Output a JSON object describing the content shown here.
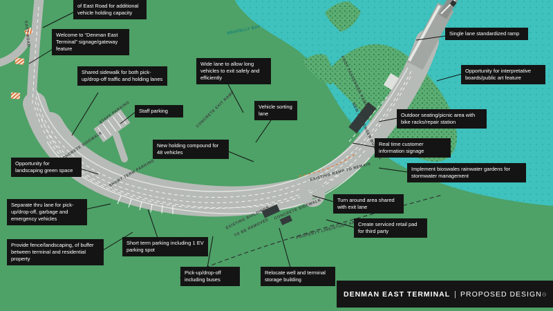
{
  "colors": {
    "water": "#3fc1bd",
    "water_dots": "#2aaca8",
    "land": "#4ea167",
    "vegetation": "#5bad72",
    "road": "#b7bbb7",
    "building": "#333a3a",
    "callout_bg": "#141414",
    "callout_text": "#ffffff",
    "footer_bg": "#151515",
    "accent_hatch": "#e07a3f"
  },
  "footer": {
    "title": "DENMAN EAST TERMINAL",
    "separator": "|",
    "subtitle": "PROPOSED DESIGN",
    "logo_icon": "bc-ferries-logo"
  },
  "callouts": [
    {
      "id": "east-road-capacity",
      "text": "of East Road for additional vehicle holding capacity"
    },
    {
      "id": "welcome-signage",
      "text": "Welcome to “Denman East Terminal” signage/gateway feature"
    },
    {
      "id": "shared-sidewalk",
      "text": "Shared sidewalk for both pick-up/drop-off traffic and holding lanes"
    },
    {
      "id": "staff-parking",
      "text": "Staff parking"
    },
    {
      "id": "wide-lane",
      "text": "Wide lane to allow long vehicles to exit safely and efficiently"
    },
    {
      "id": "vehicle-sorting-lane",
      "text": "Vehicle sorting lane"
    },
    {
      "id": "single-lane-ramp",
      "text": "Single lane standardized ramp"
    },
    {
      "id": "interpretative-boards",
      "text": "Opportunity for interpretative boards/public art feature"
    },
    {
      "id": "outdoor-seating",
      "text": "Outdoor seating/picnic area with bike racks/repair station"
    },
    {
      "id": "customer-info-signage",
      "text": "Real time customer information signage"
    },
    {
      "id": "bioswales",
      "text": "Implement bioswales rainwater gardens for stormwater management"
    },
    {
      "id": "holding-compound",
      "text": "New holding compound for 48 vehicles"
    },
    {
      "id": "landscaping-green-space",
      "text": "Opportunity for landscaping green space"
    },
    {
      "id": "separate-thru-lane",
      "text": "Separate thru lane for pick-up/drop-off, garbage and emergency vehicles"
    },
    {
      "id": "fence-buffer",
      "text": "Provide fence/landscaping, of buffer between terminal and residential property"
    },
    {
      "id": "short-term-parking",
      "text": "Short term parking including 1 EV parking spot"
    },
    {
      "id": "pickup-dropoff",
      "text": "Pick-up/drop-off including buses"
    },
    {
      "id": "relocate-well",
      "text": "Relocate well and terminal storage building"
    },
    {
      "id": "turn-around",
      "text": "Turn around area shared with exit lane"
    },
    {
      "id": "retail-pad",
      "text": "Create serviced retail pad for third party"
    }
  ],
  "map_labels": [
    {
      "id": "east-road",
      "text": "EAST ROAD"
    },
    {
      "id": "gravelly-bay",
      "text": "GRAVELLY BAY"
    },
    {
      "id": "staff-parking-area",
      "text": "STAFF PARKING"
    },
    {
      "id": "concrete-sidewalk-1",
      "text": "CONCRETE SIDEWALK"
    },
    {
      "id": "short-term-parking-area",
      "text": "SHORT TERM PARKING"
    },
    {
      "id": "concrete-exit-ramp",
      "text": "CONCRETE EXIT RAMP"
    },
    {
      "id": "foot-passenger-ramp",
      "text": "FOOT PASSENGER RAMP"
    },
    {
      "id": "new-passenger-building",
      "text": "NEW PASSENGER BUILDING"
    },
    {
      "id": "existing-ramp",
      "text": "EXISTING RAMP TO REMAIN"
    },
    {
      "id": "existing-buildings-1",
      "text": "EXISTING BUILDINGS"
    },
    {
      "id": "existing-buildings-2",
      "text": "TO BE REMOVED"
    },
    {
      "id": "concrete-sidewalk-2",
      "text": "CONCRETE SIDEWALK"
    },
    {
      "id": "property-line",
      "text": "PROPERTY LINE/STUDY AREA"
    }
  ]
}
